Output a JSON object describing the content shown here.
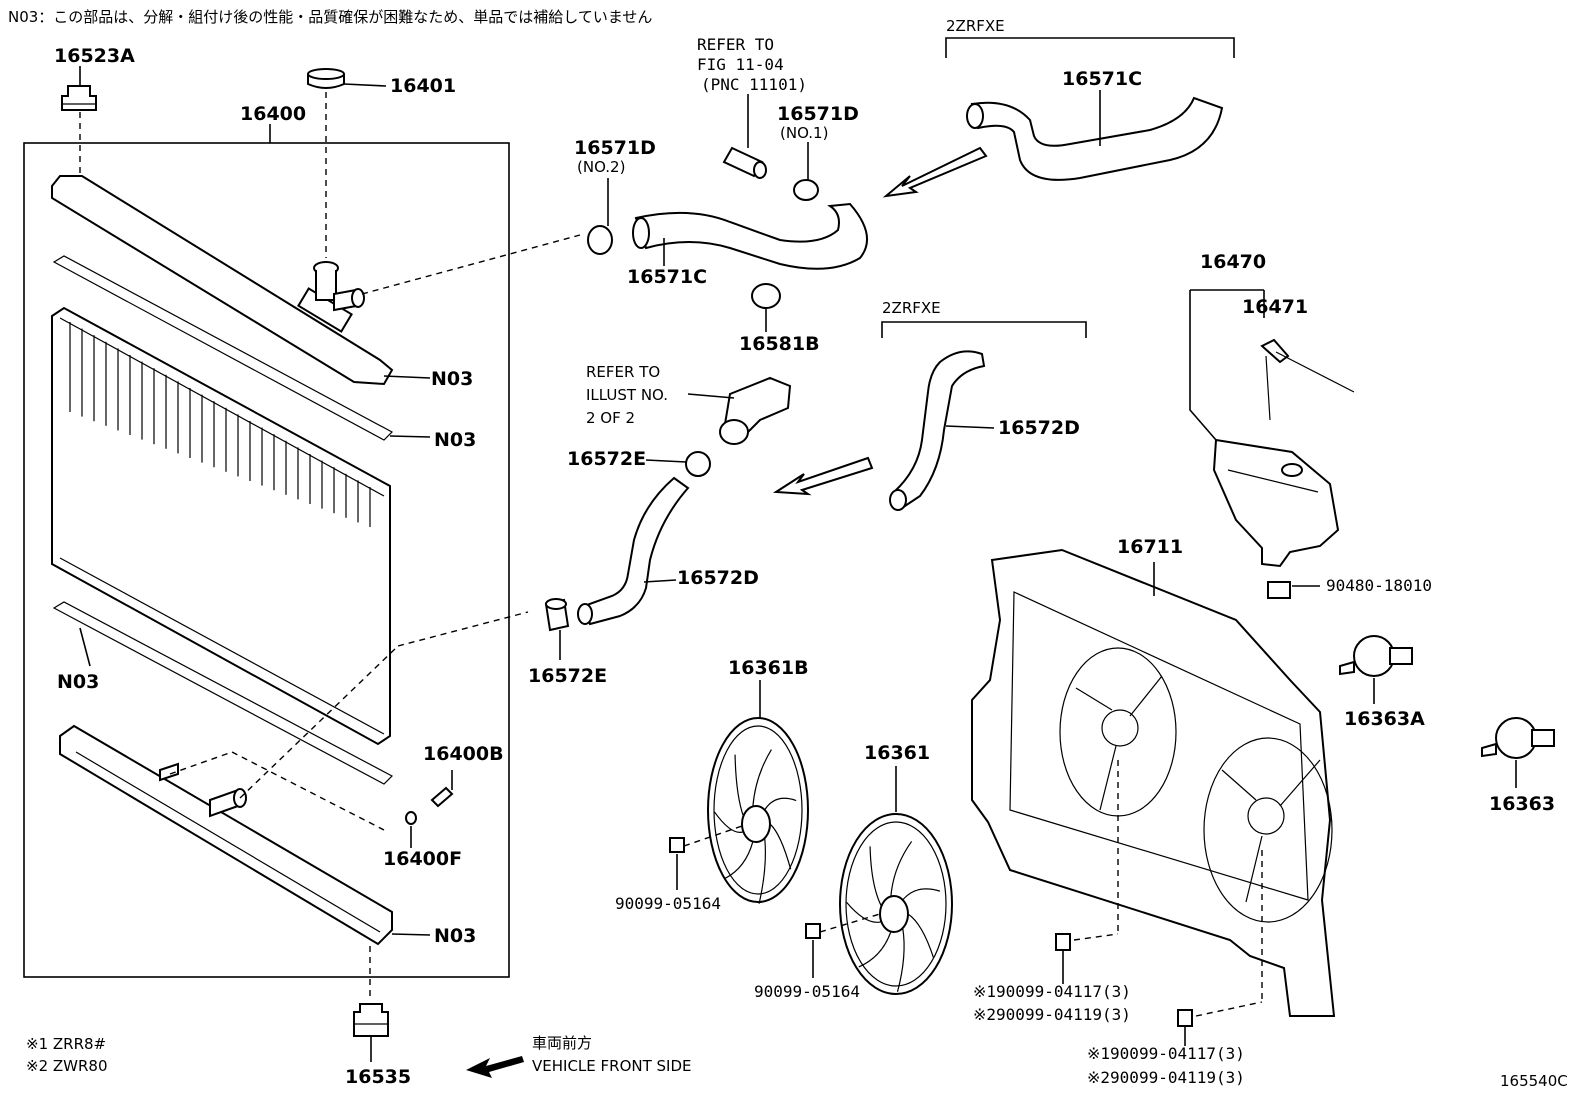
{
  "note": "N03：この部品は、分解・組付け後の性能・品質確保が困難なため、単品では補給していません",
  "labels": {
    "p16523A": "16523A",
    "p16401": "16401",
    "p16400": "16400",
    "refer_fig_1": "REFER TO",
    "refer_fig_2": "FIG 11-04",
    "refer_fig_3": "(PNC 11101)",
    "p16571D_no1": "16571D",
    "no1": "(NO.1)",
    "p16571D_no2": "16571D",
    "no2": "(NO.2)",
    "engine_2zrfxe_top": "2ZRFXE",
    "p16571C_top": "16571C",
    "p16571C": "16571C",
    "p16581B": "16581B",
    "n03_a": "N03",
    "n03_b": "N03",
    "n03_c": "N03",
    "n03_d": "N03",
    "refer_illust_1": "REFER TO",
    "refer_illust_2": "ILLUST NO.",
    "refer_illust_3": "2 OF 2",
    "p16572E_top": "16572E",
    "engine_2zrfxe_mid": "2ZRFXE",
    "p16572D_right": "16572D",
    "p16572D": "16572D",
    "p16572E": "16572E",
    "p16470": "16470",
    "p16471": "16471",
    "p90480": "90480-18010",
    "p16711": "16711",
    "p16363A": "16363A",
    "p16363": "16363",
    "p16361B": "16361B",
    "p16361": "16361",
    "p16400B": "16400B",
    "p16400F": "16400F",
    "p90099_a": "90099-05164",
    "p90099_b": "90099-05164",
    "bolt_a1": "※190099-04117(3)",
    "bolt_a2": "※290099-04119(3)",
    "bolt_b1": "※190099-04117(3)",
    "bolt_b2": "※290099-04119(3)",
    "p16535": "16535",
    "legend1": "※1 ZRR8#",
    "legend2": "※2 ZWR80",
    "front_jp": "車両前方",
    "front_en": "VEHICLE FRONT SIDE",
    "fig_code": "165540C"
  }
}
